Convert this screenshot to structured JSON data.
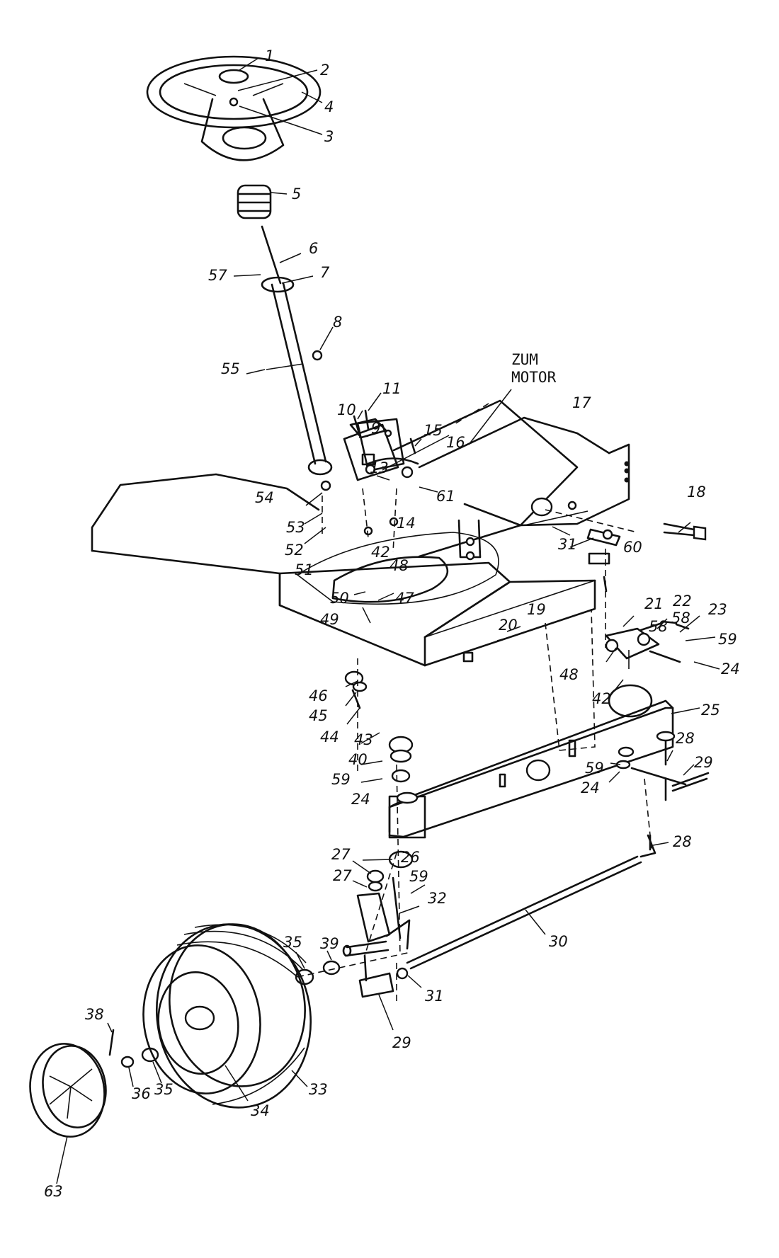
{
  "note": [
    "ZUM",
    "MOTOR"
  ],
  "callouts": [
    "1",
    "2",
    "4",
    "3",
    "5",
    "6",
    "7",
    "57",
    "8",
    "55",
    "11",
    "10",
    "9",
    "15",
    "16",
    "13",
    "17",
    "18",
    "14",
    "61",
    "54",
    "53",
    "52",
    "51",
    "42",
    "60",
    "31",
    "48",
    "47",
    "50",
    "49",
    "19",
    "20",
    "21",
    "58",
    "22",
    "58",
    "23",
    "59",
    "48",
    "24",
    "42",
    "25",
    "46",
    "45",
    "44",
    "43",
    "40",
    "59",
    "24",
    "27",
    "59",
    "26",
    "28",
    "29",
    "27",
    "24",
    "28",
    "59",
    "32",
    "30",
    "35",
    "39",
    "31",
    "38",
    "29",
    "36",
    "35",
    "34",
    "33",
    "63"
  ]
}
